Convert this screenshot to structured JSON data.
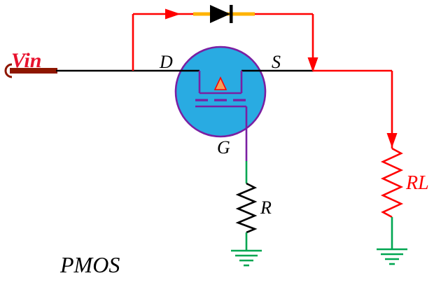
{
  "diagram": {
    "caption": "PMOS",
    "labels": {
      "vin": "Vin",
      "drain": "D",
      "source": "S",
      "gate": "G",
      "gate_resistor": "R",
      "load_resistor": "RL"
    },
    "colors": {
      "red_wire": "#ff0000",
      "vin_red": "#e8112d",
      "vin_maroon": "#8e1600",
      "black_wire": "#000000",
      "green_wire": "#00a651",
      "diode_yellow": "#ffb300",
      "transistor_fill": "#29abe2",
      "mosfet_purple": "#7a1fa2",
      "substrate_orange": "#f5a05a"
    }
  }
}
